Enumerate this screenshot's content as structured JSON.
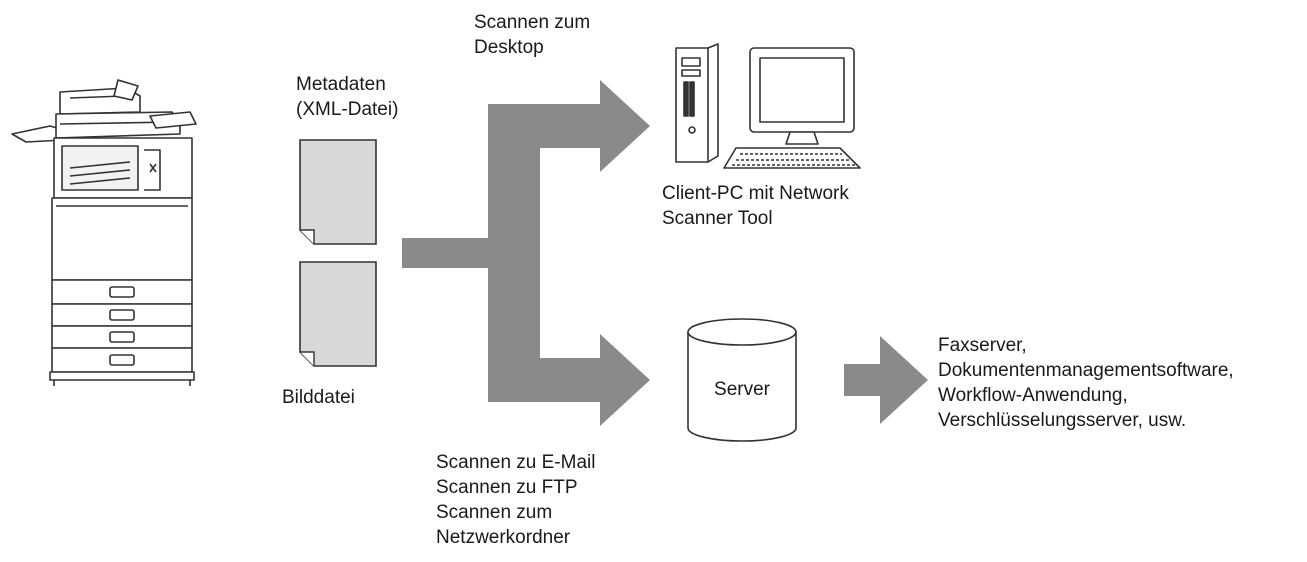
{
  "labels": {
    "scan_desktop": [
      "Scannen zum",
      "Desktop"
    ],
    "metadata": [
      "Metadaten",
      "(XML-Datei)"
    ],
    "image_file": "Bilddatei",
    "client_pc": [
      "Client-PC mit Network",
      "Scanner Tool"
    ],
    "server": "Server",
    "scan_methods": [
      "Scannen zu E-Mail",
      "Scannen zu FTP",
      "Scannen zum",
      "Netzwerkordner"
    ],
    "destinations": [
      "Faxserver,",
      "Dokumentenmanagementsoftware,",
      "Workflow-Anwendung,",
      "Verschlüsselungsserver, usw."
    ]
  },
  "colors": {
    "arrow": "#8a8a8a",
    "document_fill": "#d8d8d8",
    "outline": "#333333"
  }
}
